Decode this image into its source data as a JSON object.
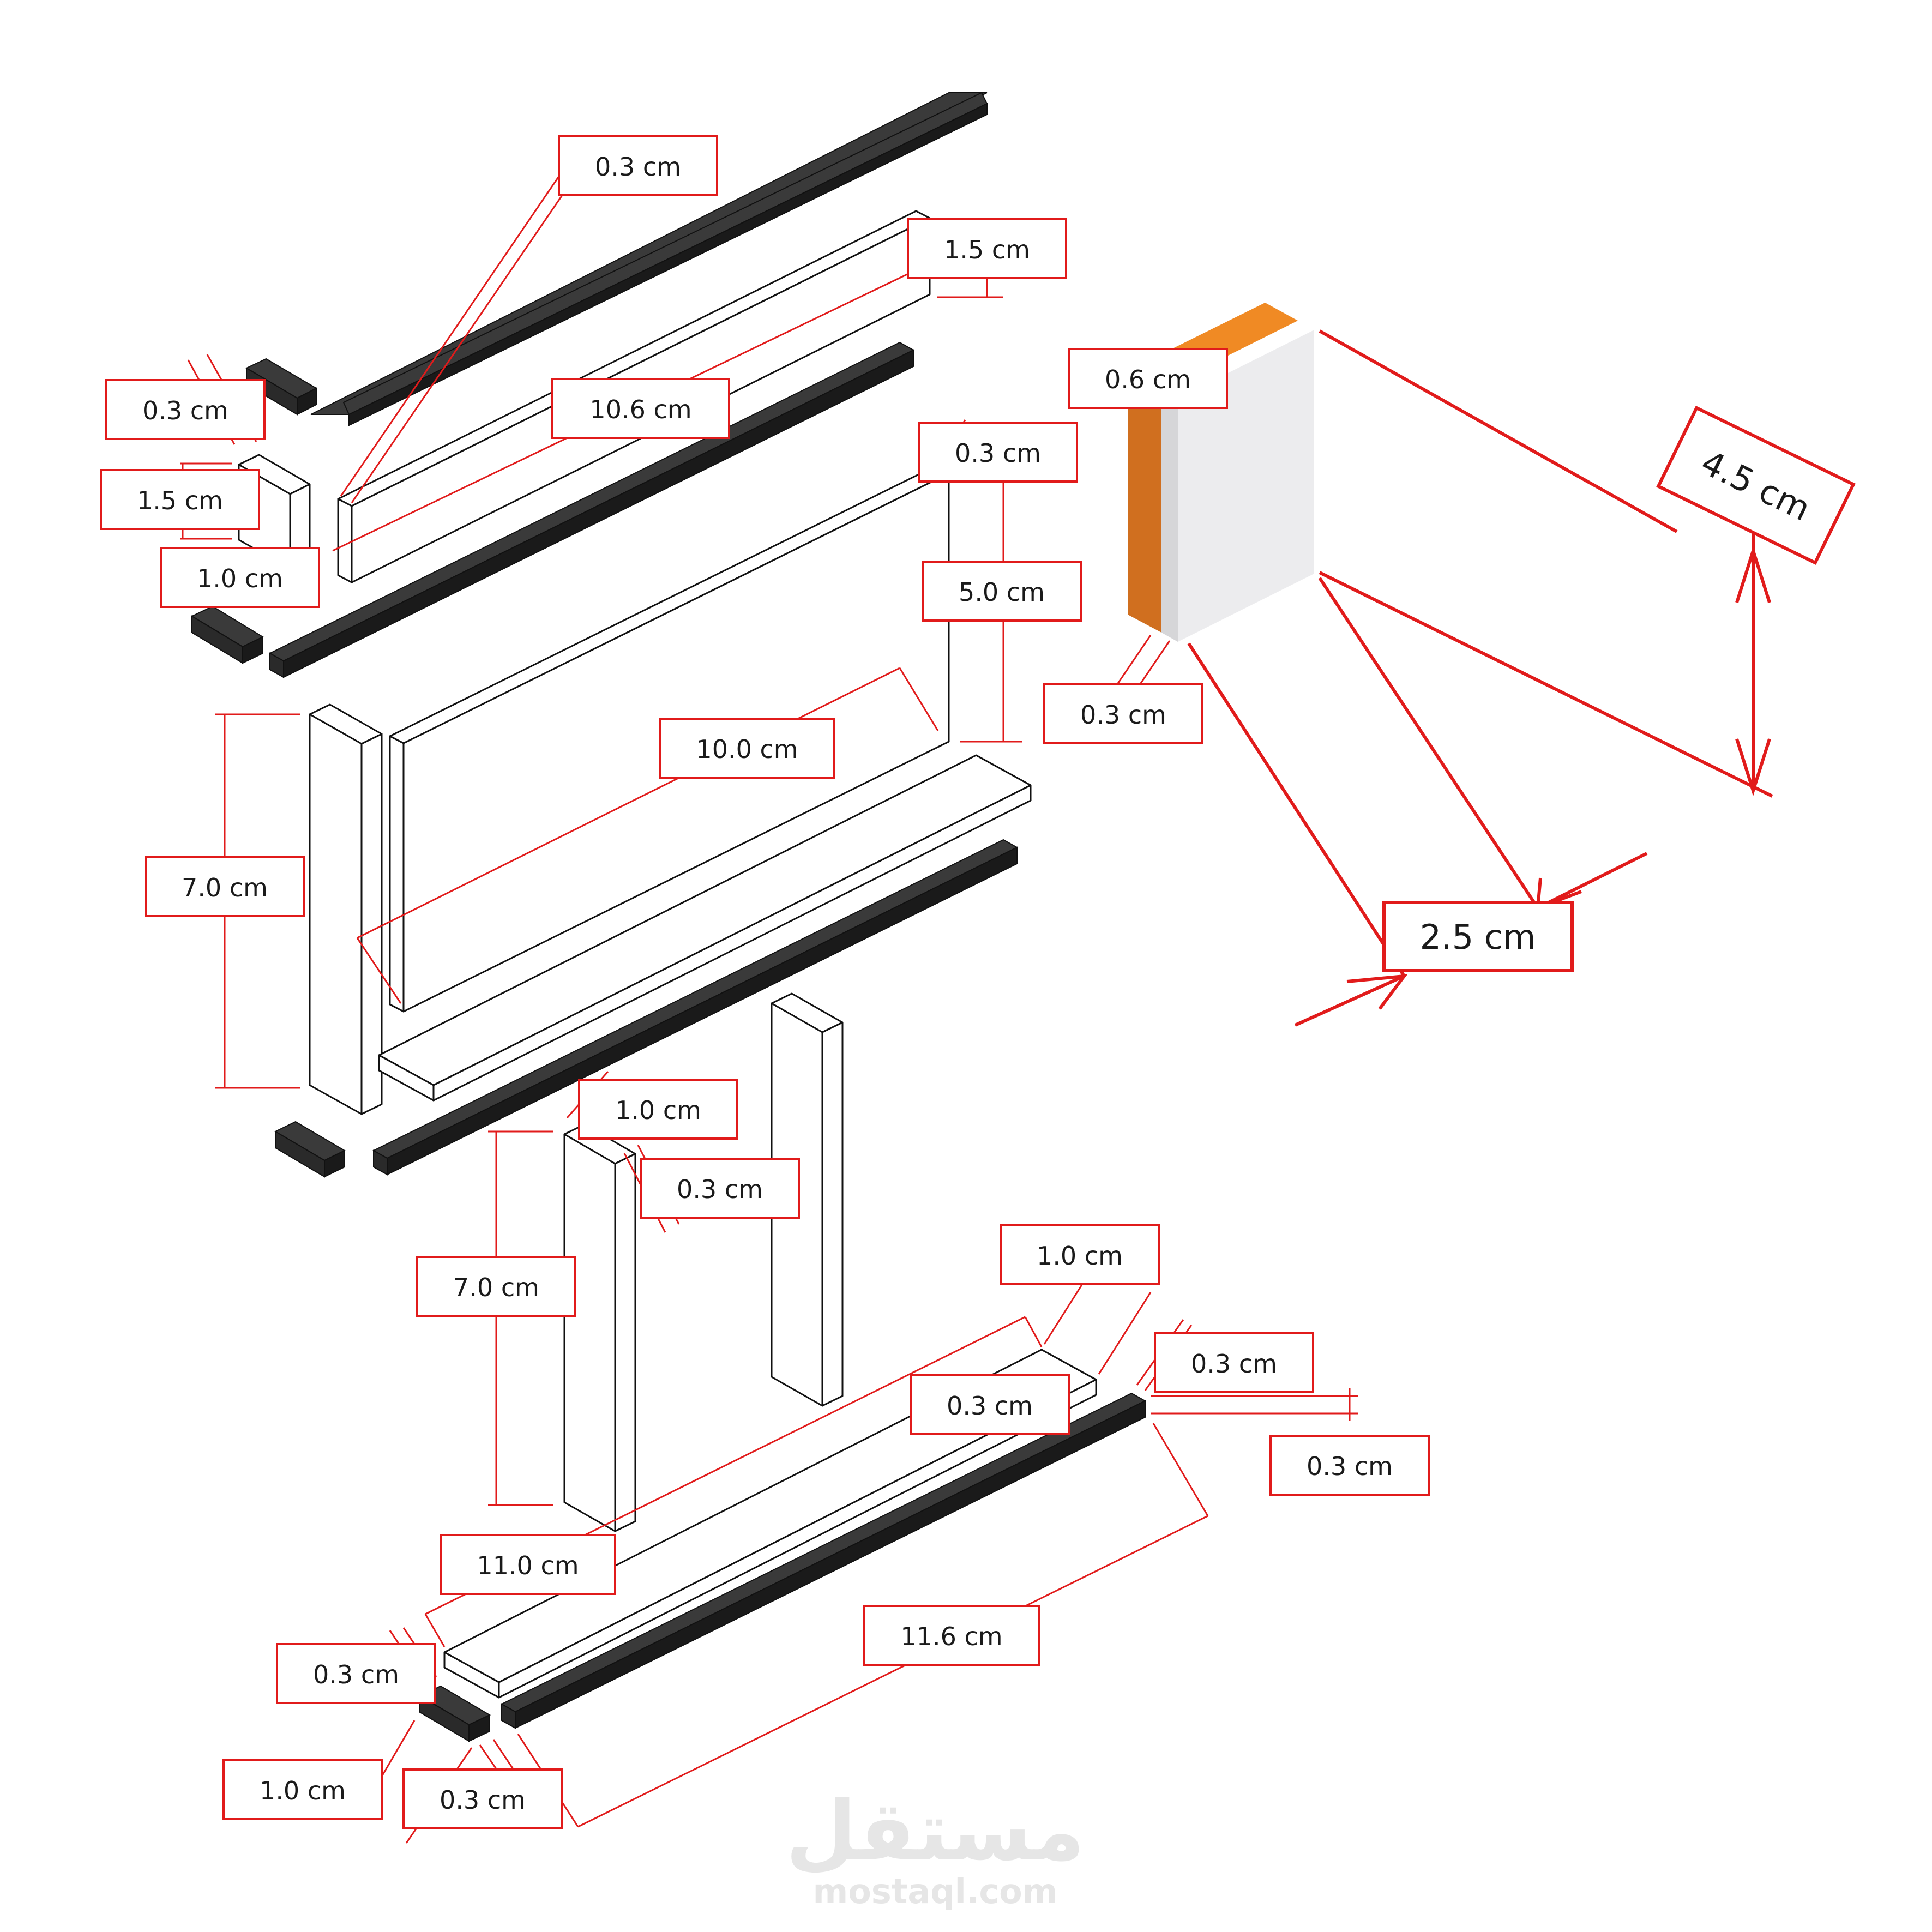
{
  "diagram": {
    "labels": {
      "l1": "0.3 cm",
      "l2": "1.5 cm",
      "l3": "0.3 cm",
      "l4": "10.6 cm",
      "l5": "1.5 cm",
      "l6": "1.0 cm",
      "l7": "0.3 cm",
      "l8": "5.0 cm",
      "l9": "10.0 cm",
      "l10": "7.0 cm",
      "l11": "1.0 cm",
      "l12": "0.3 cm",
      "l13": "7.0 cm",
      "l14": "1.0 cm",
      "l15": "0.3 cm",
      "l16": "0.3 cm",
      "l17": "0.3 cm",
      "l18": "11.0 cm",
      "l19": "11.6 cm",
      "l20": "0.3 cm",
      "l21": "1.0 cm",
      "l22": "0.3 cm",
      "l23": "0.6 cm",
      "l24": "0.3 cm",
      "l25": "4.5 cm",
      "l26": "2.5 cm"
    },
    "colors": {
      "dimension": "#e11b1b",
      "outline": "#111111",
      "dark_bar": "#1a1a1a",
      "orange": "#f08a24",
      "orange_dark": "#d06f1f",
      "block_face": "#ececee"
    }
  },
  "watermark": {
    "arabic": "مستقل",
    "latin": "mostaql.com"
  }
}
